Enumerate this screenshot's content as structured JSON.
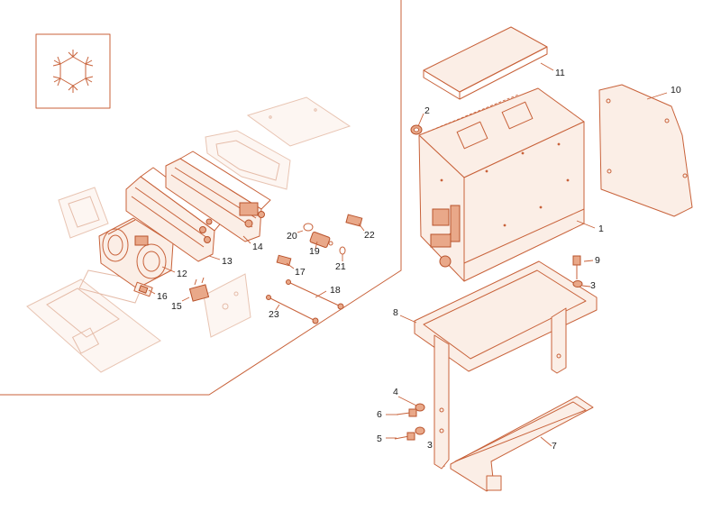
{
  "parts": {
    "p1": "1",
    "p2": "2",
    "p3a": "3",
    "p3b": "3",
    "p4": "4",
    "p5": "5",
    "p6": "6",
    "p7": "7",
    "p8": "8",
    "p9": "9",
    "p10": "10",
    "p11": "11",
    "p12": "12",
    "p13": "13",
    "p14": "14",
    "p15": "15",
    "p16": "16",
    "p17": "17",
    "p18": "18",
    "p19": "19",
    "p20": "20",
    "p21": "21",
    "p22": "22",
    "p23": "23"
  },
  "colors": {
    "line": "#c8623a",
    "fill": "#fbeee6",
    "text": "#1a1a1a"
  },
  "icons": {
    "logo": "snowflake-icon"
  }
}
